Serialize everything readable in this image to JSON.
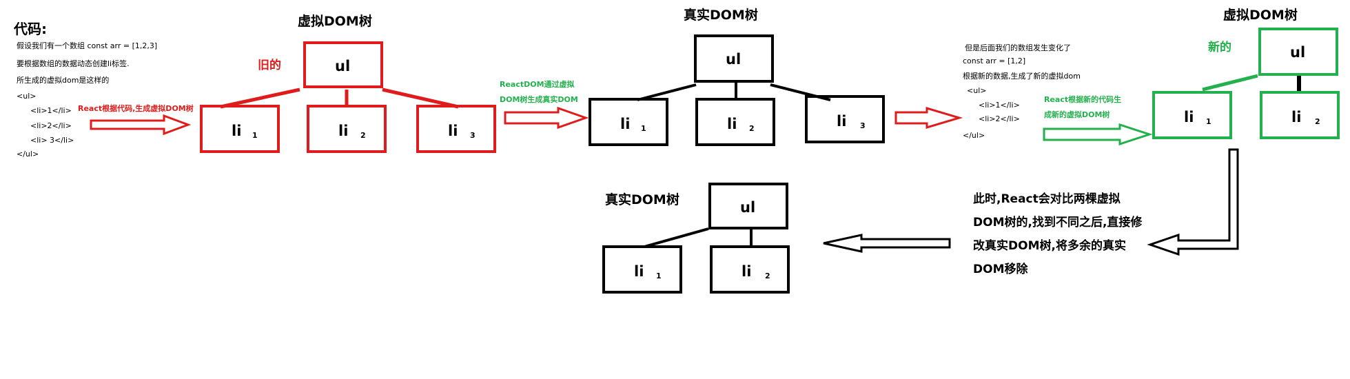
{
  "code_block": {
    "title": "代码:",
    "lines": [
      "假设我们有一个数组 const arr = [1,2,3]",
      "要根据数组的数据动态创建li标签.",
      "所生成的虚拟dom是这样的",
      "<ul>",
      "<li>1</li>",
      "<li>2</li>",
      "<li> 3</li>",
      "</ul>"
    ]
  },
  "annotations": {
    "react_generate": "React根据代码,生成虚拟DOM树",
    "reactdom_render": [
      "ReactDOM通过虚拟",
      "DOM树生成真实DOM"
    ],
    "react_new_generate": [
      "React根据新的代码生",
      "成新的虚拟DOM树"
    ],
    "old_label": "旧的",
    "new_label": "新的"
  },
  "change_block": {
    "lines": [
      "但是后面我们的数组发生变化了",
      "const arr = [1,2]",
      "根据新的数据,生成了新的虚拟dom",
      "<ul>",
      "<li>1</li>",
      "<li>2</li>",
      "</ul>"
    ]
  },
  "summary": "此时,React会对比两棵虚拟DOM树的,找到不同之后,直接修改真实DOM树,将多余的真实DOM移除",
  "trees": [
    {
      "title": "虚拟DOM树",
      "color": "#e01b1b",
      "root": "ul",
      "children": [
        {
          "label": "li",
          "index": "1"
        },
        {
          "label": "li",
          "index": "2"
        },
        {
          "label": "li",
          "index": "3"
        }
      ]
    },
    {
      "title": "真实DOM树",
      "color": "#000000",
      "root": "ul",
      "children": [
        {
          "label": "li",
          "index": "1"
        },
        {
          "label": "li",
          "index": "2"
        },
        {
          "label": "li",
          "index": "3"
        }
      ]
    },
    {
      "title": "虚拟DOM树",
      "color": "#22b14c",
      "root": "ul",
      "children": [
        {
          "label": "li",
          "index": "1"
        },
        {
          "label": "li",
          "index": "2"
        }
      ]
    },
    {
      "title": "真实DOM树",
      "color": "#000000",
      "root": "ul",
      "children": [
        {
          "label": "li",
          "index": "1"
        },
        {
          "label": "li",
          "index": "2"
        }
      ]
    }
  ]
}
